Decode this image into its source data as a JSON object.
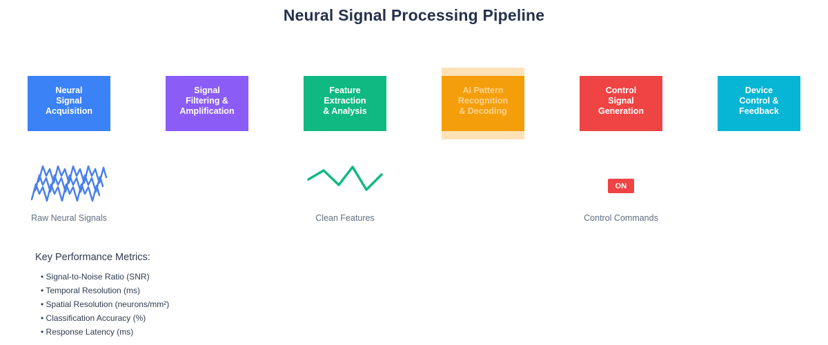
{
  "title": "Neural Signal Processing Pipeline",
  "pipeline": {
    "highlight_color": "#fce2b6",
    "stages": [
      {
        "label": "Neural\nSignal\nAcquisition",
        "color": "#3b82f6"
      },
      {
        "label": "Signal\nFiltering &\nAmplification",
        "color": "#8b5cf6"
      },
      {
        "label": "Feature\nExtraction\n& Analysis",
        "color": "#10b981"
      },
      {
        "label": "AI Pattern\nRecognition\n& Decoding",
        "color": "#f59e0b",
        "highlighted": true
      },
      {
        "label": "Control\nSignal\nGeneration",
        "color": "#ef4444"
      },
      {
        "label": "Device\nControl &\nFeedback",
        "color": "#06b6d4"
      }
    ]
  },
  "annotations": {
    "raw_signals": {
      "label": "Raw Neural Signals",
      "icon_color": "#4b80e8"
    },
    "clean_features": {
      "label": "Clean Features",
      "icon_color": "#10b981"
    },
    "control_commands": {
      "label": "Control Commands",
      "badge": {
        "label": "ON",
        "color": "#ef4444"
      }
    }
  },
  "metrics": {
    "heading": "Key Performance Metrics:",
    "items": [
      "• Signal-to-Noise Ratio (SNR)",
      "• Temporal Resolution (ms)",
      "• Spatial Resolution (neurons/mm²)",
      "• Classification Accuracy (%)",
      "• Response Latency (ms)"
    ]
  }
}
